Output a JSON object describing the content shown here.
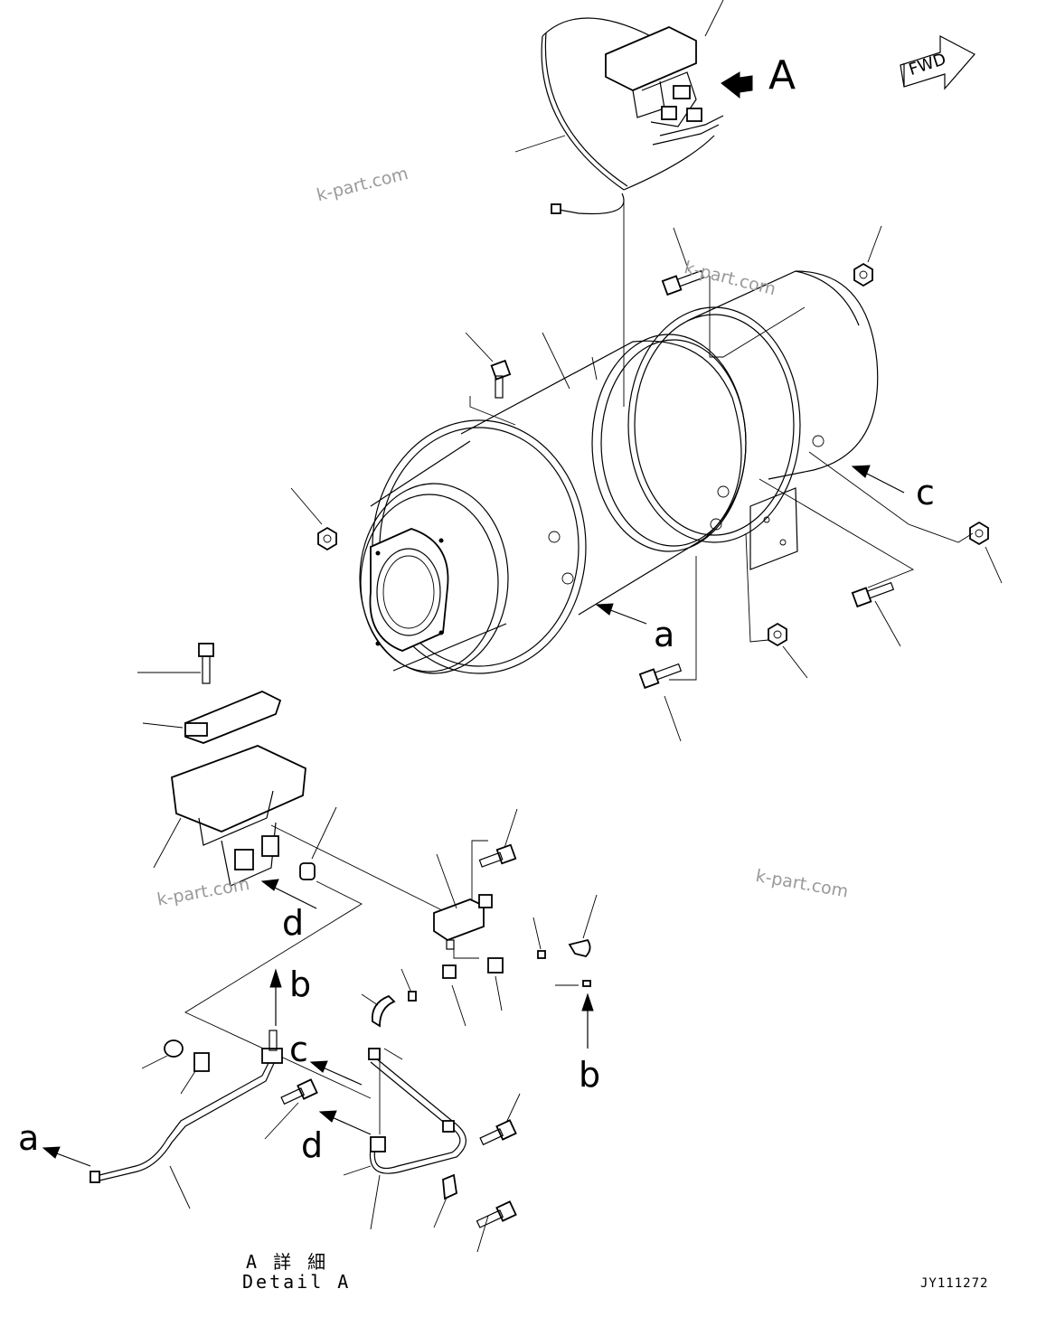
{
  "view_label": "A",
  "direction_label": "FWD",
  "watermark": "k-part.com",
  "callouts": {
    "a": "a",
    "b": "b",
    "c": "c",
    "d": "d"
  },
  "detail_caption": {
    "japanese": "A 詳 細",
    "english": "Detail A"
  },
  "drawing_code": "JY111272"
}
